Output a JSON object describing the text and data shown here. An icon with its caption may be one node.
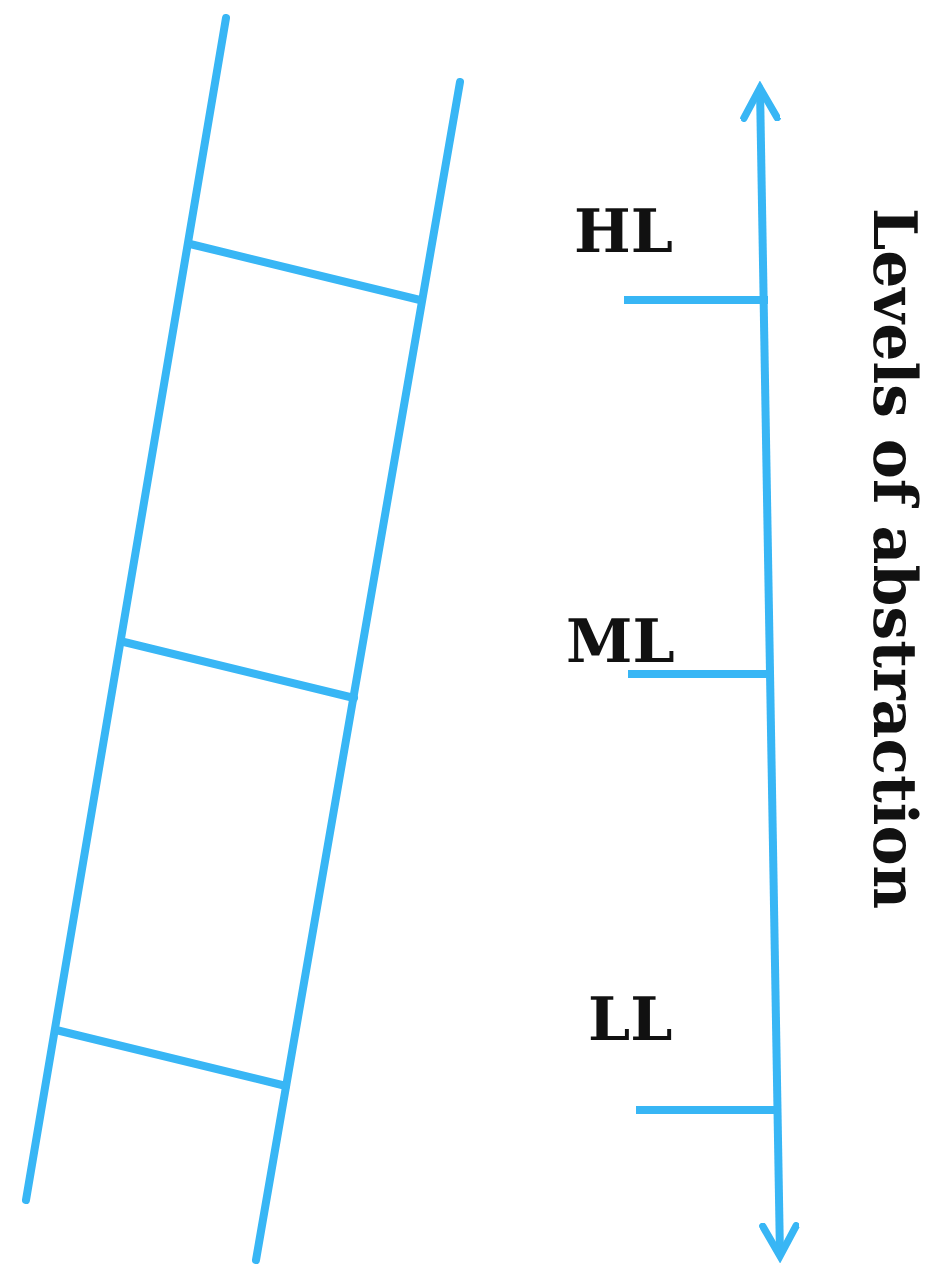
{
  "diagram": {
    "labels": [
      "HL",
      "ML",
      "LL",
      "Levels of abstraction"
    ]
  }
}
